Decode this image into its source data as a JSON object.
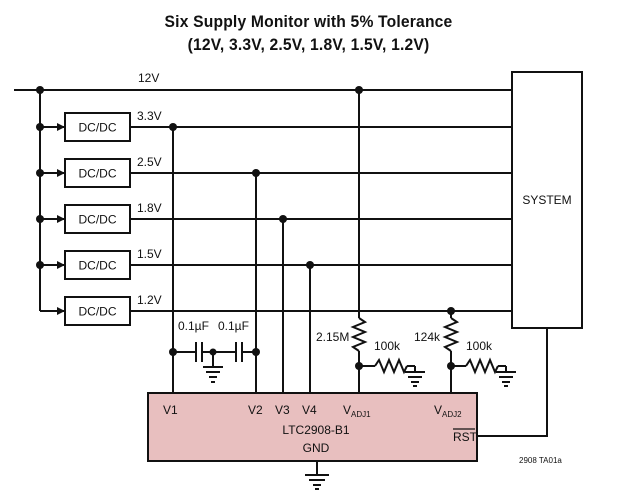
{
  "title": {
    "line1": "Six Supply Monitor with 5% Tolerance",
    "line2": "(12V, 3.3V, 2.5V, 1.8V, 1.5V, 1.2V)"
  },
  "rails": {
    "r12": "12V",
    "r33": "3.3V",
    "r25": "2.5V",
    "r18": "1.8V",
    "r15": "1.5V",
    "r12b": "1.2V"
  },
  "converters": [
    "DC/DC",
    "DC/DC",
    "DC/DC",
    "DC/DC",
    "DC/DC"
  ],
  "system": "SYSTEM",
  "capacitors": {
    "c1": "0.1µF",
    "c2": "0.1µF"
  },
  "resistors": {
    "r1": "2.15M",
    "r2": "100k",
    "r3": "124k",
    "r4": "100k"
  },
  "chip": {
    "name": "LTC2908-B1",
    "gnd": "GND",
    "v1": "V1",
    "v2": "V2",
    "v3": "V3",
    "v4": "V4",
    "vadj1_main": "V",
    "vadj1_sub": "ADJ1",
    "vadj2_main": "V",
    "vadj2_sub": "ADJ2",
    "rst": "RST",
    "fill": "#e8bfbf"
  },
  "figure_id": "2908 TA01a"
}
